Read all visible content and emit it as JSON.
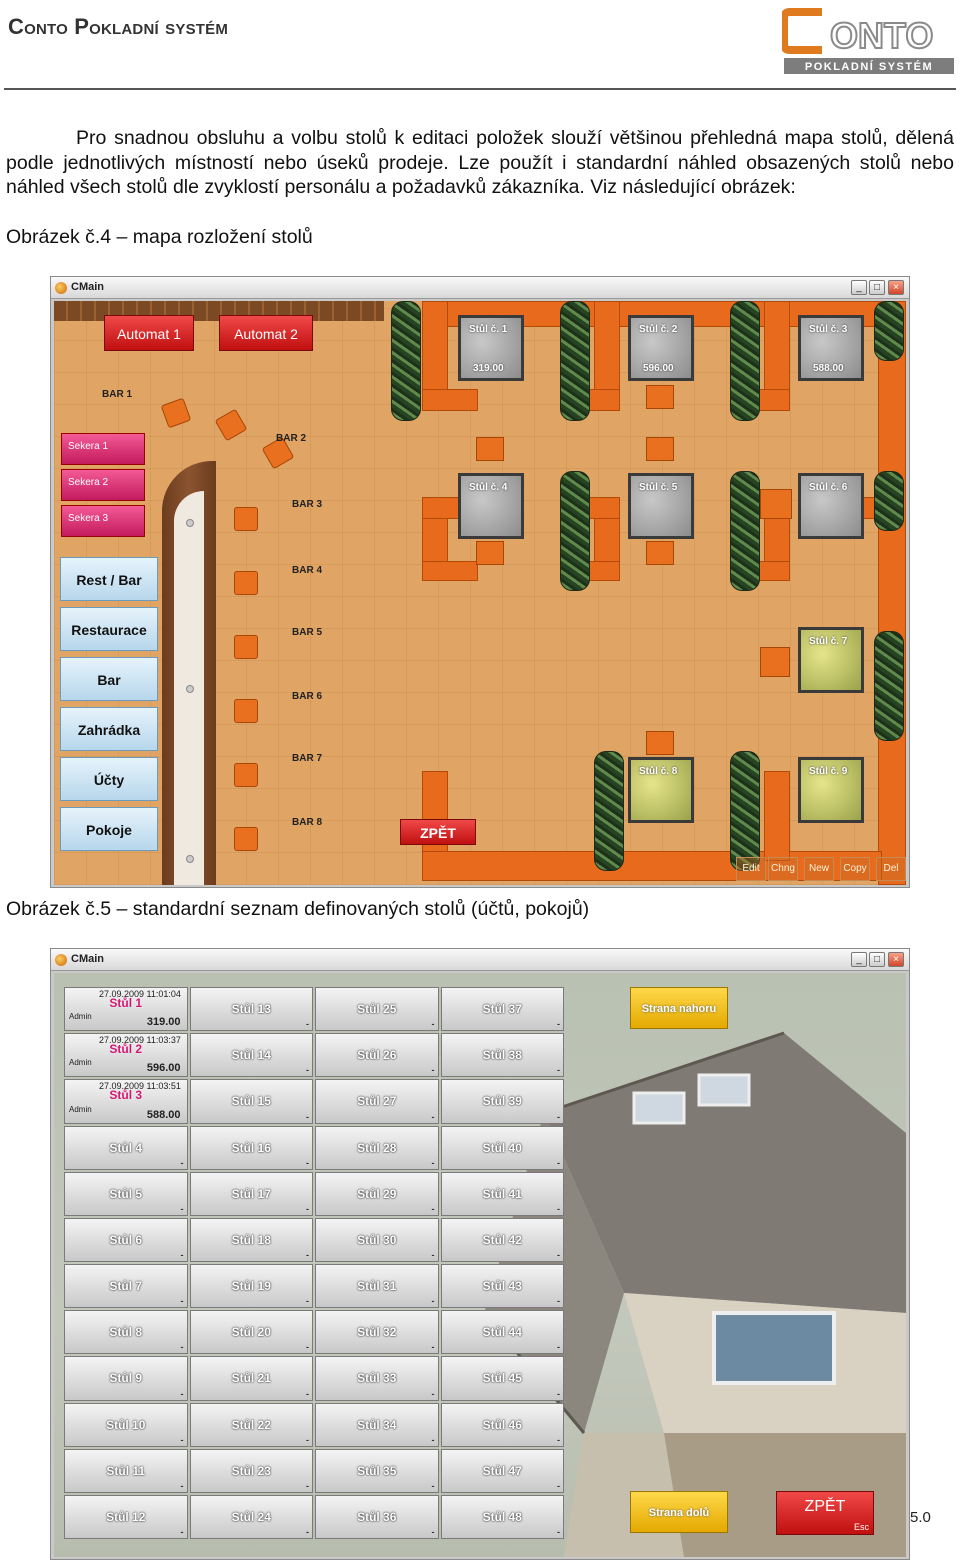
{
  "header": {
    "title": "Conto Pokladní systém",
    "logo_main": "ONTO",
    "logo_sub": "POKLADNÍ SYSTÉM"
  },
  "intro": "Pro snadnou obsluhu a volbu stolů k editaci položek slouží většinou přehledná mapa stolů, dělená podle jednotlivých místností nebo úseků prodeje. Lze použít i standardní náhled obsazených stolů nebo náhled všech stolů dle zvyklostí personálu a požadavků zákazníka. Viz následující obrázek:",
  "caption4": "Obrázek č.4 – mapa rozložení stolů",
  "caption5": "Obrázek č.5 – standardní seznam definovaných stolů (účtů, pokojů)",
  "window_title": "CMain",
  "map": {
    "automat": [
      "Automat 1",
      "Automat 2"
    ],
    "bar_labels": [
      "BAR 1",
      "BAR 2",
      "BAR 3",
      "BAR 4",
      "BAR 5",
      "BAR 6",
      "BAR 7",
      "BAR 8"
    ],
    "sekera": [
      "Sekera 1",
      "Sekera 2",
      "Sekera 3"
    ],
    "nav": [
      "Rest / Bar",
      "Restaurace",
      "Bar",
      "Zahrádka",
      "Účty",
      "Pokoje"
    ],
    "tables": [
      {
        "name": "Stůl č. 1",
        "value": "319.00",
        "state": "gray"
      },
      {
        "name": "Stůl č. 2",
        "value": "596.00",
        "state": "gray"
      },
      {
        "name": "Stůl č. 3",
        "value": "588.00",
        "state": "gray"
      },
      {
        "name": "Stůl č. 4",
        "value": "",
        "state": "gray"
      },
      {
        "name": "Stůl č. 5",
        "value": "",
        "state": "gray"
      },
      {
        "name": "Stůl č. 6",
        "value": "",
        "state": "gray"
      },
      {
        "name": "Stůl č. 7",
        "value": "",
        "state": "occ"
      },
      {
        "name": "Stůl č. 8",
        "value": "",
        "state": "occ"
      },
      {
        "name": "Stůl č. 9",
        "value": "",
        "state": "occ"
      }
    ],
    "back": "ZPĚT",
    "tools": [
      "Edit",
      "Chng",
      "New",
      "Copy",
      "Del"
    ]
  },
  "list": {
    "busy": [
      {
        "ts": "27.09.2009 11:01:04",
        "name": "Stůl 1",
        "user": "Admin",
        "amount": "319.00"
      },
      {
        "ts": "27.09.2009 11:03:37",
        "name": "Stůl 2",
        "user": "Admin",
        "amount": "596.00"
      },
      {
        "ts": "27.09.2009 11:03:51",
        "name": "Stůl 3",
        "user": "Admin",
        "amount": "588.00"
      }
    ],
    "cell_prefix": "Stůl",
    "dash": "-",
    "up": "Strana nahoru",
    "down": "Strana dolů",
    "back": "ZPĚT",
    "back_sub": "Esc"
  },
  "page_number": "5.0",
  "colors": {
    "floor": "#e0a464",
    "wall": "#e86a1c",
    "brand_orange": "#e07a1f",
    "brand_gray": "#8a8a8a"
  }
}
